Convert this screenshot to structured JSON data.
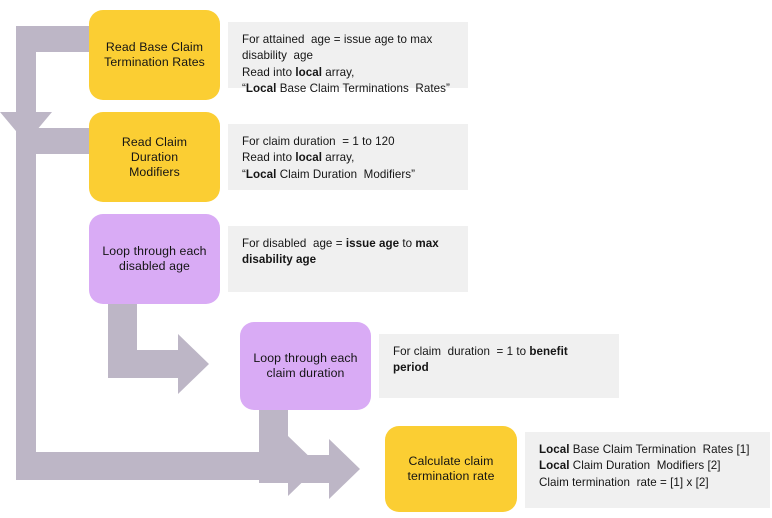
{
  "diagram": {
    "title": "Claim termination rate calculation flow",
    "colors": {
      "yellow": "#FBCE33",
      "purple": "#D9ABF5",
      "arrow": "#BDB6C6",
      "panel": "#F0F0F0",
      "text": "#141414"
    },
    "nodes": [
      {
        "id": "read-base-claim-termination-rates",
        "label": "Read Base Claim\nTermination Rates",
        "color": "yellow"
      },
      {
        "id": "read-claim-duration-modifiers",
        "label": "Read Claim Duration\nModifiers",
        "color": "yellow"
      },
      {
        "id": "loop-disabled-age",
        "label": "Loop through each\ndisabled age",
        "color": "purple"
      },
      {
        "id": "loop-claim-duration",
        "label": "Loop through each\nclaim duration",
        "color": "purple"
      },
      {
        "id": "calculate-claim-termination-rate",
        "label": "Calculate claim\ntermination rate",
        "color": "yellow"
      }
    ],
    "panels": [
      {
        "id": "panel-read-base-claim-termination-rates",
        "lines": [
          [
            {
              "t": "For attained  age = issue age to max disability  age",
              "b": false
            }
          ],
          [
            {
              "t": "Read into ",
              "b": false
            },
            {
              "t": "local",
              "b": true
            },
            {
              "t": " array,",
              "b": false
            }
          ],
          [
            {
              "t": "“",
              "b": false
            },
            {
              "t": "Local",
              "b": true
            },
            {
              "t": " Base Claim Terminations  Rates”",
              "b": false
            }
          ]
        ]
      },
      {
        "id": "panel-read-claim-duration-modifiers",
        "lines": [
          [
            {
              "t": "For claim duration  = 1 to 120",
              "b": false
            }
          ],
          [
            {
              "t": "Read into ",
              "b": false
            },
            {
              "t": "local",
              "b": true
            },
            {
              "t": " array,",
              "b": false
            }
          ],
          [
            {
              "t": "“",
              "b": false
            },
            {
              "t": "Local",
              "b": true
            },
            {
              "t": " Claim Duration  Modifiers”",
              "b": false
            }
          ]
        ]
      },
      {
        "id": "panel-loop-disabled-age",
        "lines": [
          [
            {
              "t": "For disabled  age = ",
              "b": false
            },
            {
              "t": "issue age",
              "b": true
            },
            {
              "t": " to ",
              "b": false
            },
            {
              "t": "max disability age",
              "b": true
            }
          ]
        ]
      },
      {
        "id": "panel-loop-claim-duration",
        "lines": [
          [
            {
              "t": "For claim  duration  = 1 to ",
              "b": false
            },
            {
              "t": "benefit period",
              "b": true
            }
          ]
        ]
      },
      {
        "id": "panel-calculate-claim-termination-rate",
        "lines": [
          [
            {
              "t": "Local",
              "b": true
            },
            {
              "t": " Base Claim Termination  Rates [1]",
              "b": false
            }
          ],
          [
            {
              "t": "Local",
              "b": true
            },
            {
              "t": " Claim Duration  Modifiers [2]",
              "b": false
            }
          ],
          [
            {
              "t": "Claim termination  rate = [1] x [2]",
              "b": false
            }
          ]
        ]
      }
    ],
    "connectors": [
      {
        "id": "connector-top-loop-to-node-1",
        "shape": "down-then-right-arrow"
      },
      {
        "id": "connector-rail-to-node-2",
        "shape": "down-then-right-arrow"
      },
      {
        "id": "connector-node-3-to-node-4",
        "shape": "down-then-right-arrow"
      },
      {
        "id": "connector-node-4-to-node-5",
        "shape": "down-then-right-arrow"
      },
      {
        "id": "connector-left-rail-to-node-5",
        "shape": "long-down-then-right-arrow"
      }
    ]
  }
}
